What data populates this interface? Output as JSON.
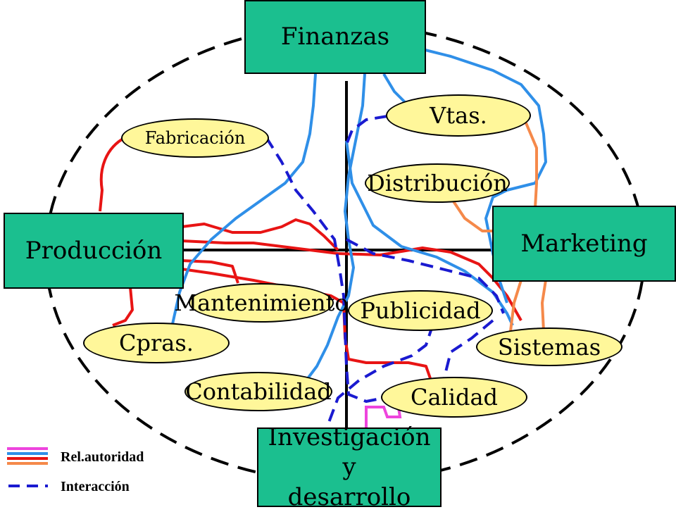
{
  "nodes": {
    "finanzas": "Finanzas",
    "produccion": "Producción",
    "marketing": "Marketing",
    "investigacion": "Investigación y\ndesarrollo"
  },
  "subnodes": {
    "fabricacion": "Fabricación",
    "vtas": "Vtas.",
    "distribucion": "Distribución",
    "mantenimiento": "Mantenimiento",
    "publicidad": "Publicidad",
    "cpras": "Cpras.",
    "sistemas": "Sistemas",
    "contabilidad": "Contabilidad",
    "calidad": "Calidad"
  },
  "legend": {
    "autoridad": "Rel.autoridad",
    "interaccion": "Interacción"
  },
  "colors": {
    "box": "#1bbf8f",
    "ellipse": "#fff79a",
    "red": "#e81414",
    "blue": "#2f8fe8",
    "orange": "#f5894a",
    "pink": "#ee44dd",
    "dash": "#1a1ad0"
  }
}
